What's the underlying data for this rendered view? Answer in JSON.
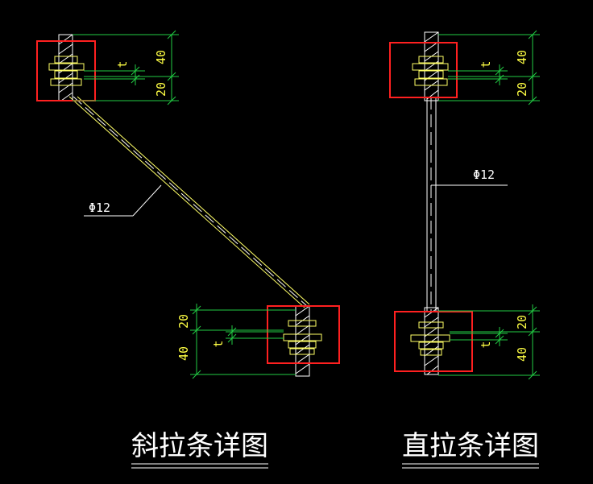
{
  "colors": {
    "background": "#000000",
    "highlight": "#ff2020",
    "dimension": "#22cc44",
    "member": "#ffff66",
    "text": "#ffffff"
  },
  "diagonal": {
    "title": "斜拉条详图",
    "rod_label": "Φ12",
    "top_dims": {
      "upper": "40",
      "lower": "20",
      "thickness": "t"
    },
    "bottom_dims": {
      "upper": "20",
      "lower": "40",
      "thickness": "t"
    }
  },
  "straight": {
    "title": "直拉条详图",
    "rod_label": "Φ12",
    "top_dims": {
      "upper": "40",
      "lower": "20",
      "thickness": "t"
    },
    "bottom_dims": {
      "upper": "20",
      "lower": "40",
      "thickness": "t"
    }
  }
}
